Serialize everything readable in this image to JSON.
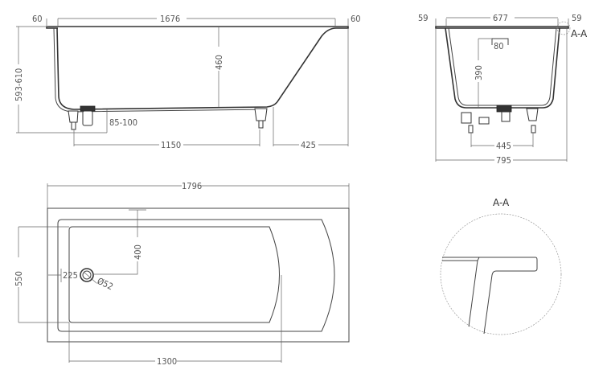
{
  "side_view": {
    "rim_left": "60",
    "length_inner": "1676",
    "rim_right": "60",
    "height_total": "593-610",
    "depth": "460",
    "waste_height": "85-100",
    "leg_spacing": "1150",
    "slope_length": "425"
  },
  "end_view": {
    "rim_left": "59",
    "width_inner": "677",
    "rim_right": "59",
    "section_marker": "A-A",
    "overflow": "80",
    "overflow_height": "390",
    "leg_spacing": "445",
    "width_total": "795"
  },
  "plan_view": {
    "length_total": "1796",
    "width_basin": "550",
    "drain_offset_y": "400",
    "drain_offset_x": "225",
    "drain_diameter": "Ø52",
    "basin_length": "1300"
  },
  "detail": {
    "title": "A-A"
  }
}
